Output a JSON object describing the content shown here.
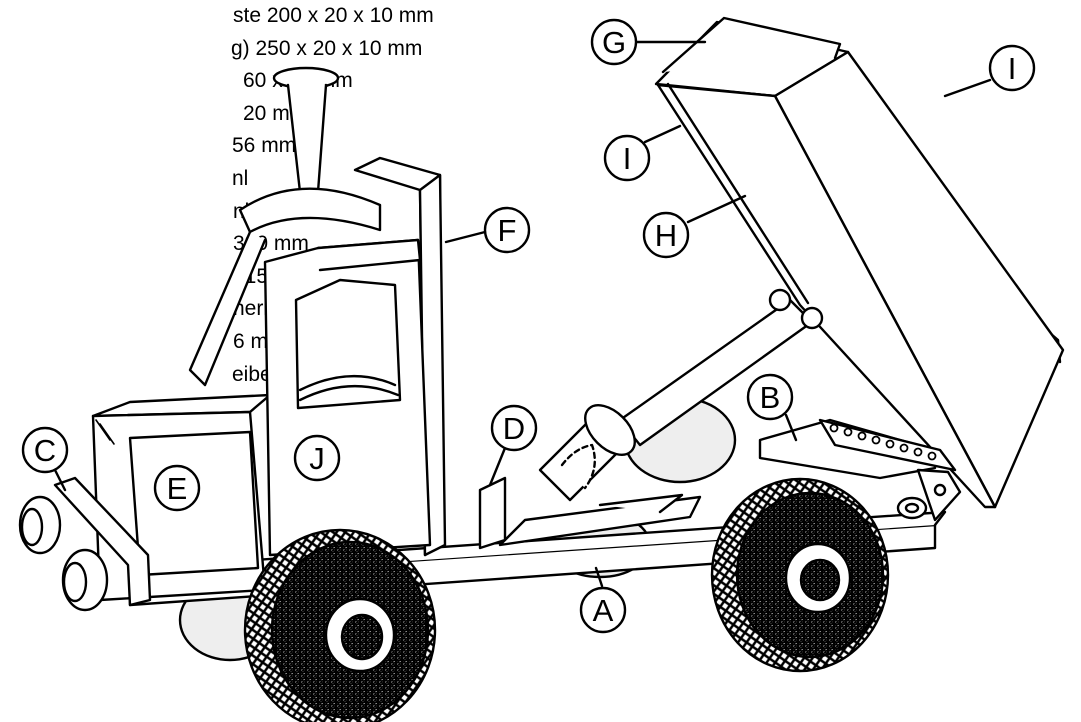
{
  "parts_list": [
    "ste 200 x 20 x 10 mm",
    "g) 250 x 20 x 10 mm",
    "60 x 40 mm",
    "20 mm",
    "56 mm",
    "nl",
    "nl",
    "330 mm",
    ", 15 Loch",
    "hern Ø 25 mm",
    "6 mm",
    "eiben"
  ],
  "callouts": {
    "A": "A",
    "B": "B",
    "C": "C",
    "D": "D",
    "E": "E",
    "F": "F",
    "G": "G",
    "H": "H",
    "I": "I",
    "J": "J"
  },
  "colors": {
    "ink": "#000000",
    "tire_stipple": "#9a9a9a",
    "paper": "#ffffff"
  }
}
